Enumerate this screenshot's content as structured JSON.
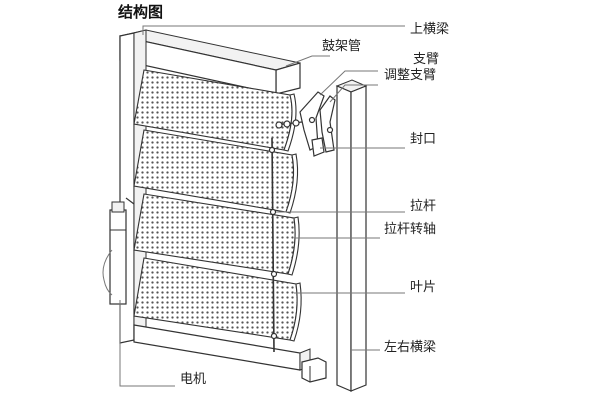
{
  "title": "结构图",
  "labels": {
    "top_beam": "上横梁",
    "hub_tube": "鼓架管",
    "support_arm": "支臂",
    "adjust_arm": "调整支臂",
    "end_cap": "封口",
    "pull_rod": "拉杆",
    "rod_pivot": "拉杆转轴",
    "blade": "叶片",
    "side_beam": "左右横梁",
    "motor": "电机"
  }
}
